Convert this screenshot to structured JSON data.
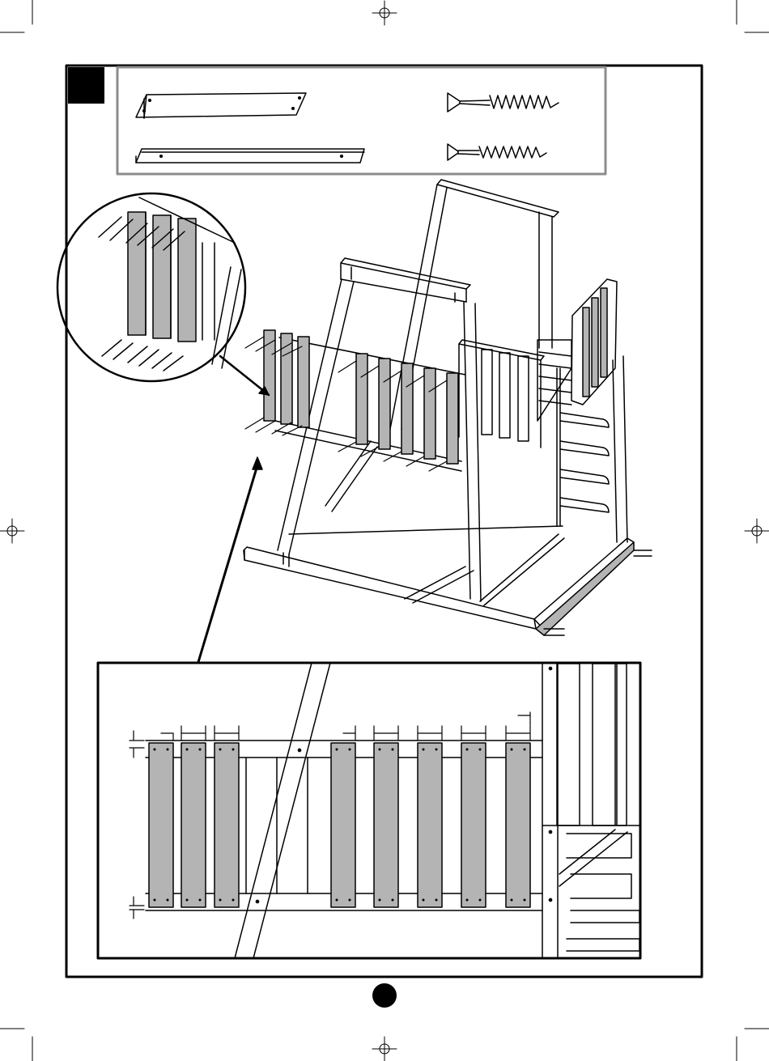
{
  "page": {
    "background": "#ffffff",
    "line_color": "#000000",
    "panel_fill": "#b4b4b4",
    "frame_gray": "#8c8c8c"
  },
  "step_marker": {
    "text": "",
    "fill": "#000000"
  },
  "page_number": {
    "text": "",
    "fill": "#000000"
  },
  "parts_box": {
    "items": [
      {
        "name": "short-board",
        "icon": "board-icon"
      },
      {
        "name": "long-board",
        "icon": "board-icon"
      },
      {
        "name": "long-screw",
        "icon": "screw-icon"
      },
      {
        "name": "short-screw",
        "icon": "screw-icon"
      }
    ]
  },
  "detail_view": {
    "left_group_panels": 3,
    "right_group_panels": 5
  }
}
